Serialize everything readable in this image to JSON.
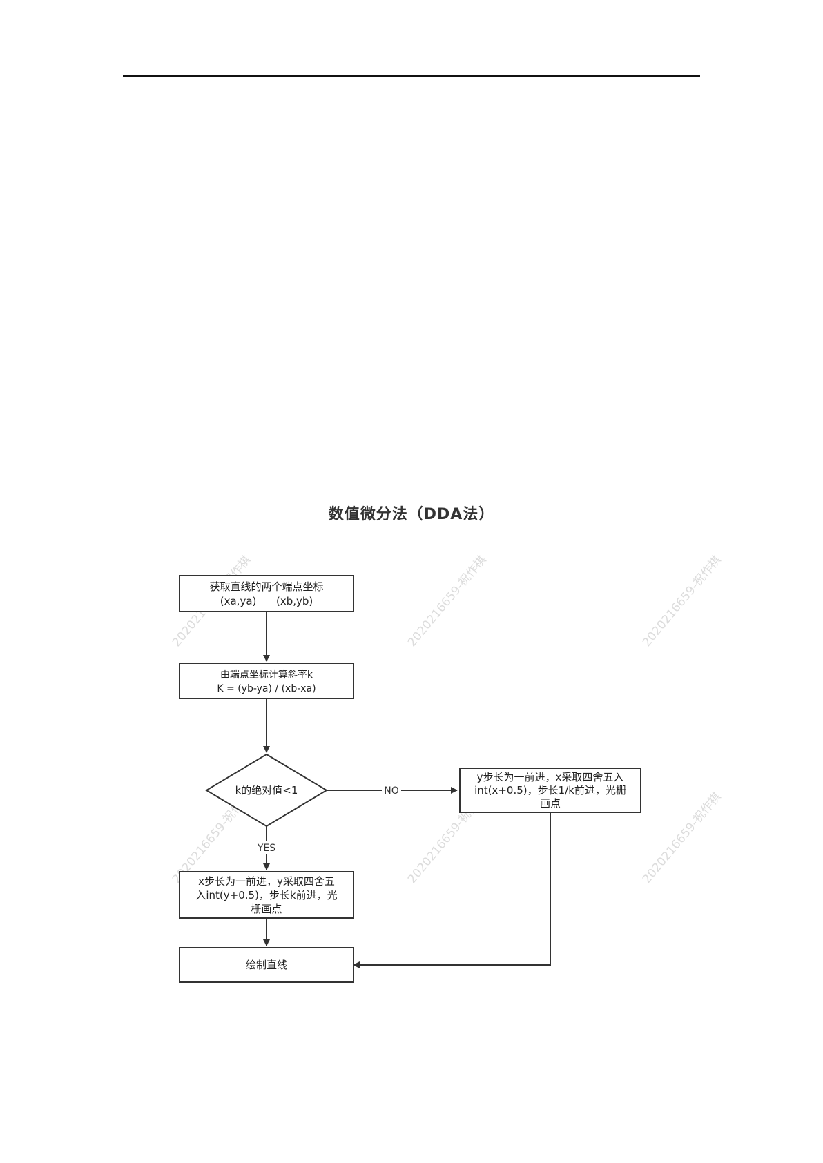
{
  "page": {
    "title": "数值微分法（DDA法）"
  },
  "watermark": {
    "text": "2020216659-祝作祺",
    "color": "#dcdcdc"
  },
  "flowchart": {
    "nodes": {
      "get_endpoints": {
        "shape": "rectangle",
        "lines": [
          "获取直线的两个端点坐标",
          "(xa,ya)      (xb,yb)"
        ]
      },
      "compute_slope": {
        "shape": "rectangle",
        "lines": [
          "由端点坐标计算斜率k",
          "K = (yb-ya) / (xb-xa)"
        ]
      },
      "check_slope": {
        "shape": "diamond",
        "lines": [
          "k的绝对值<1"
        ]
      },
      "y_step": {
        "shape": "rectangle",
        "lines": [
          "y步长为一前进，x采取四舍五入",
          "int(x+0.5)，步长1/k前进，光栅",
          "画点"
        ]
      },
      "x_step": {
        "shape": "rectangle",
        "lines": [
          "x步长为一前进，y采取四舍五",
          "入int(y+0.5)，步长k前进，光",
          "栅画点"
        ]
      },
      "draw_line": {
        "shape": "rectangle",
        "lines": [
          "绘制直线"
        ]
      }
    },
    "edges": {
      "no_label": "NO",
      "yes_label": "YES"
    },
    "colors": {
      "stroke": "#333333",
      "fill": "#ffffff",
      "text": "#222222"
    }
  }
}
